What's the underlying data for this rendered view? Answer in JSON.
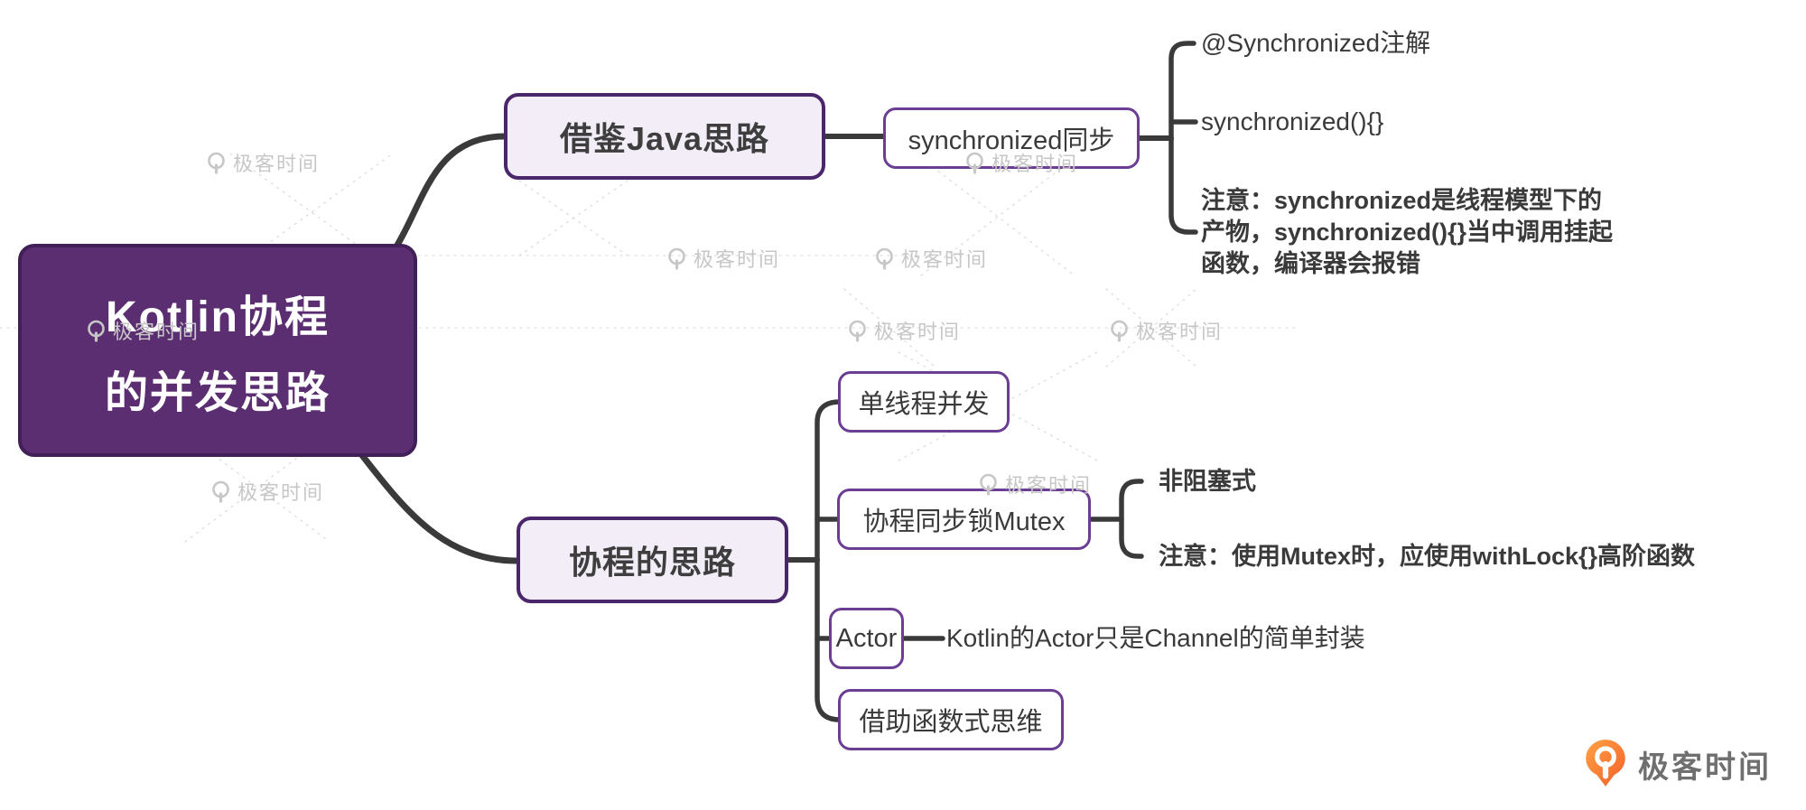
{
  "root": {
    "line1": "Kotlin协程",
    "line2": "的并发思路"
  },
  "branches": [
    {
      "label": "借鉴Java思路",
      "children": [
        {
          "label": "synchronized同步",
          "children": [
            {
              "label": "@Synchronized注解"
            },
            {
              "label": "synchronized(){}"
            },
            {
              "label": "注意：synchronized是线程模型下的\n产物，synchronized(){}当中调用挂起\n函数，编译器会报错"
            }
          ]
        }
      ]
    },
    {
      "label": "协程的思路",
      "children": [
        {
          "label": "单线程并发"
        },
        {
          "label": "协程同步锁Mutex",
          "children": [
            {
              "label": "非阻塞式"
            },
            {
              "label": "注意：使用Mutex时，应使用withLock{}高阶函数"
            }
          ]
        },
        {
          "label": "Actor",
          "children": [
            {
              "label": "Kotlin的Actor只是Channel的简单封装"
            }
          ]
        },
        {
          "label": "借助函数式思维"
        }
      ]
    }
  ],
  "watermark": {
    "text": "极客时间"
  },
  "logo": {
    "text": "极客时间"
  },
  "colors": {
    "root_fill": "#5B2D71",
    "root_border": "#412058",
    "branch_fill": "#F3EDF8",
    "branch_border": "#4A276B",
    "sub_border": "#6C3E93",
    "connector": "#3A3A3A",
    "text": "#3A3A3A",
    "watermark": "#C7C7C7",
    "logo_orange": "#F4602A"
  }
}
